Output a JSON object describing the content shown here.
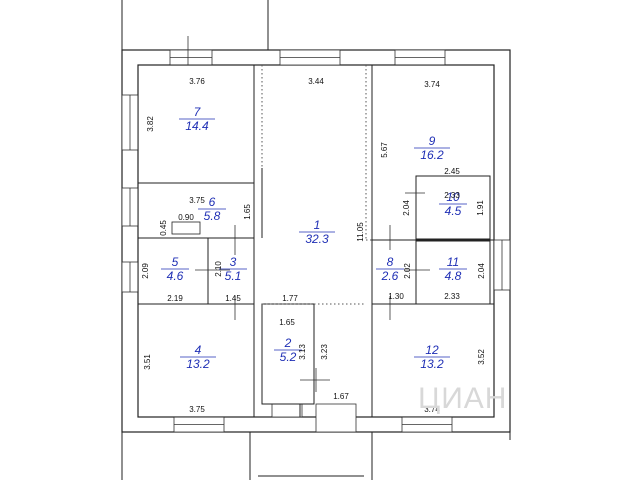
{
  "floorplan": {
    "rooms": [
      {
        "id": "1",
        "number": "1",
        "area": "32.3"
      },
      {
        "id": "2",
        "number": "2",
        "area": "5.2"
      },
      {
        "id": "3",
        "number": "3",
        "area": "5.1"
      },
      {
        "id": "4",
        "number": "4",
        "area": "13.2"
      },
      {
        "id": "5",
        "number": "5",
        "area": "4.6"
      },
      {
        "id": "6",
        "number": "6",
        "area": "5.8"
      },
      {
        "id": "7",
        "number": "7",
        "area": "14.4"
      },
      {
        "id": "8",
        "number": "8",
        "area": "2.6"
      },
      {
        "id": "9",
        "number": "9",
        "area": "16.2"
      },
      {
        "id": "10",
        "number": "10",
        "area": "4.5"
      },
      {
        "id": "11",
        "number": "11",
        "area": "4.8"
      },
      {
        "id": "12",
        "number": "12",
        "area": "13.2"
      }
    ],
    "dimensions": [
      "3.76",
      "3.44",
      "3.74",
      "3.82",
      "5.67",
      "2.45",
      "3.75",
      "0.90",
      "1.65",
      "0.45",
      "2.33",
      "2.04",
      "1.91",
      "11.05",
      "2.09",
      "2.10",
      "2.02",
      "2.04",
      "2.19",
      "1.45",
      "1.77",
      "1.30",
      "2.33",
      "1.65",
      "3.51",
      "3.13",
      "3.23",
      "3.52",
      "1.67",
      "3.75",
      "3.74"
    ],
    "watermark": "ЦИАН"
  }
}
